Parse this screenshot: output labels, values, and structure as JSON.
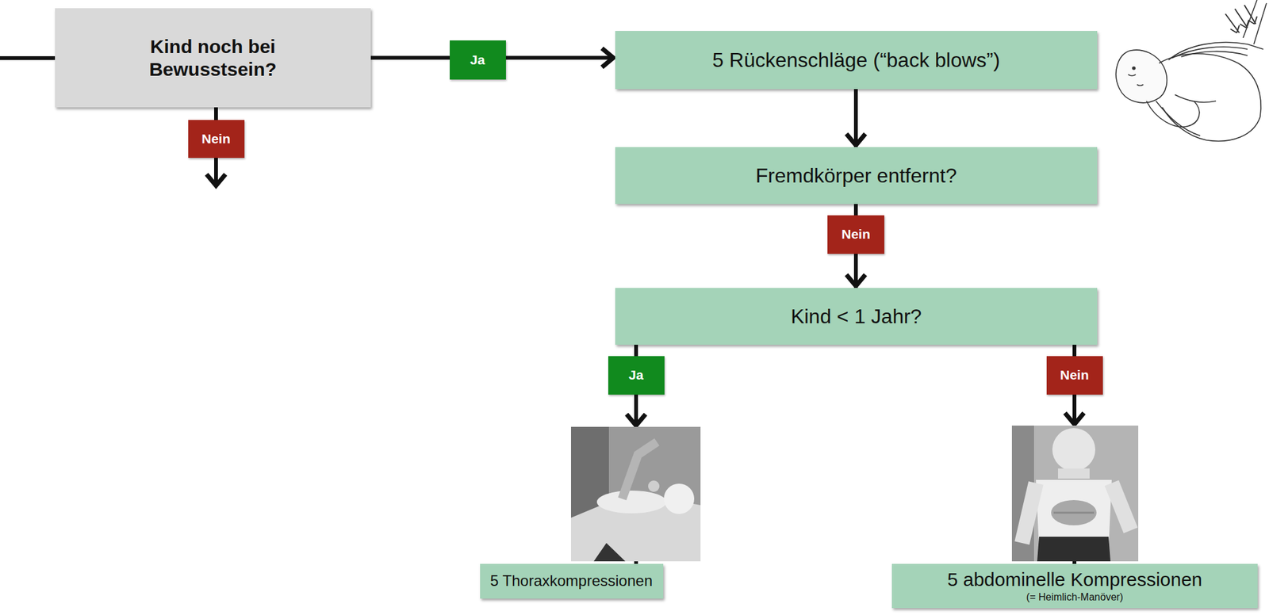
{
  "diagram": {
    "nodes": [
      {
        "text": [
          "Kind noch bei Bewusstsein?"
        ]
      },
      {
        "text": [
          "5 Rückenschläge (“back blows”)"
        ]
      },
      {
        "text": [
          "Fremdkörper entfernt?"
        ]
      },
      {
        "text": [
          "Kind < 1 Jahr?"
        ]
      },
      {
        "text": [
          "5 Thoraxkompressionen"
        ]
      },
      {
        "text": [
          "5 abdominelle Kompressionen",
          "(= Heimlich-Manöver)"
        ]
      }
    ],
    "edges": [
      {
        "from": 0,
        "to": 1,
        "label": "Ja",
        "arrow": "to"
      },
      {
        "from": 1,
        "to": 2,
        "arrow": "to"
      },
      {
        "from": 2,
        "to": 3,
        "label": "Nein",
        "arrow": "to"
      },
      {
        "from": 3,
        "to": 4,
        "label": "Ja",
        "arrow": "to"
      },
      {
        "from": 3,
        "to": 5,
        "label": "Nein",
        "arrow": "to"
      }
    ],
    "labels": [
      "Nein"
    ]
  }
}
